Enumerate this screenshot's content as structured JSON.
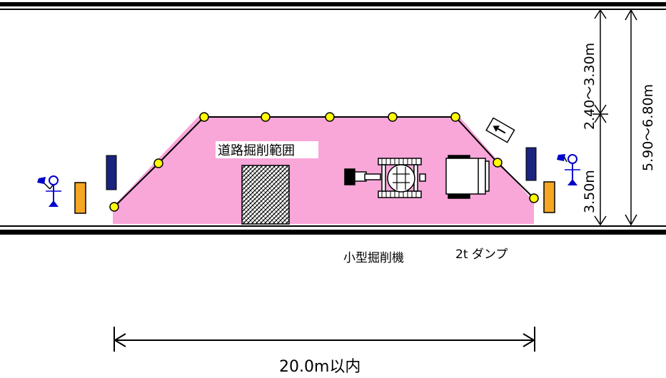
{
  "labels": {
    "area": "道路掘削範囲",
    "excavator": "小型掘削機",
    "dump": "2t ダンプ",
    "lane_top": "2.40～3.30m",
    "lane_bottom": "3.50m",
    "road_width": "5.90～6.80m",
    "length": "20.0m以内"
  },
  "colors": {
    "work_area": "#f9a6d9",
    "cone": "#ffff00",
    "signboard": "#1a237e",
    "barrier": "#f5a623",
    "flagman": "#0000cc"
  },
  "icons": {
    "arrow_sign": "arrow-sign-icon",
    "flagman": "flagman-icon"
  }
}
